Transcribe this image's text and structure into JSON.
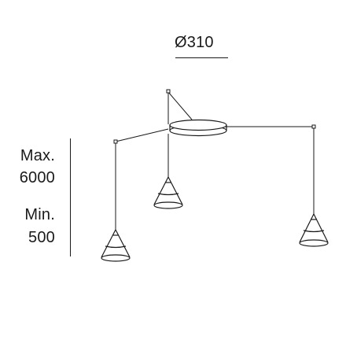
{
  "diameter": {
    "label": "Ø310"
  },
  "height_range": {
    "max_label": "Max.",
    "max_value": "6000",
    "min_label": "Min.",
    "min_value": "500"
  },
  "colors": {
    "line": "#1a1a1a",
    "background": "#ffffff"
  },
  "icons": {
    "canopy": "ceiling-canopy-icon",
    "shade": "cone-shade-icon"
  }
}
